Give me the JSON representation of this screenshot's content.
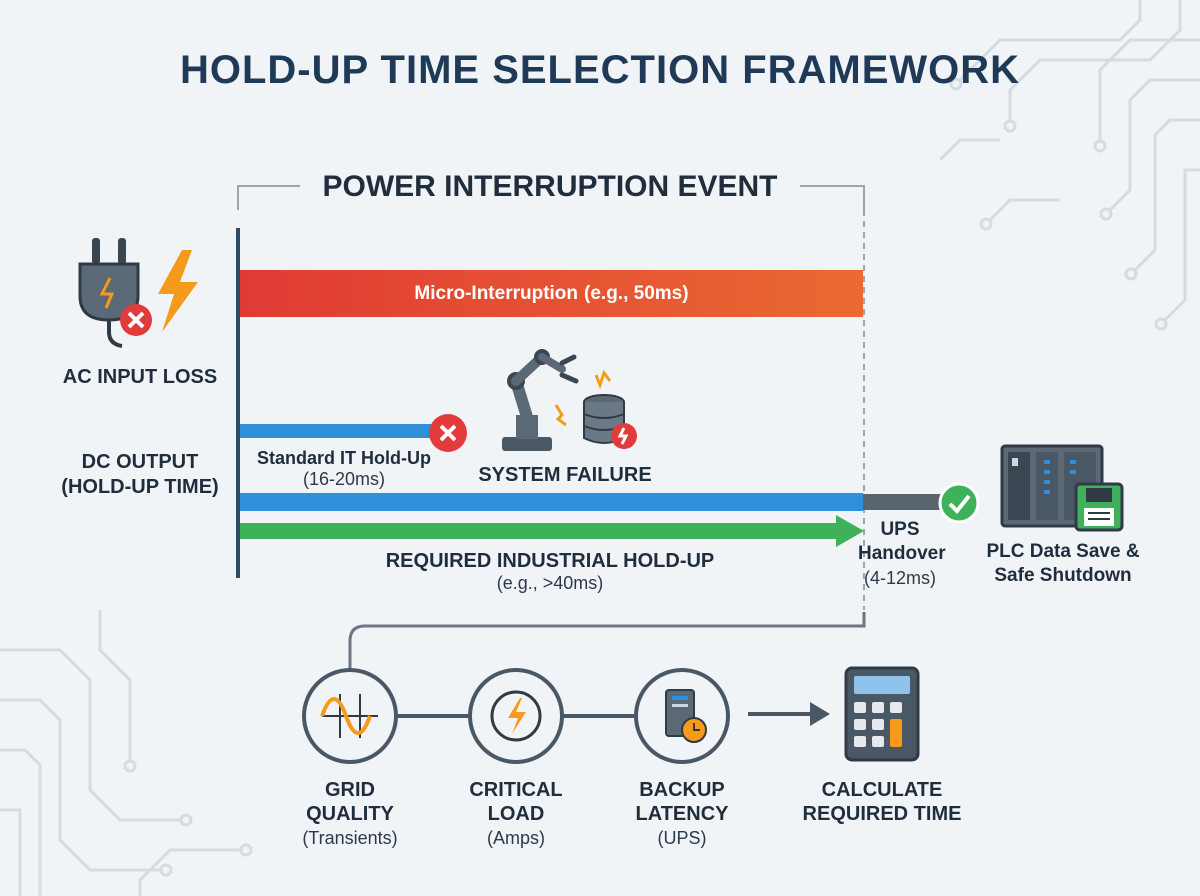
{
  "title": "HOLD-UP TIME SELECTION FRAMEWORK",
  "event": {
    "title": "POWER INTERRUPTION EVENT"
  },
  "left_labels": {
    "ac_input": "AC INPUT LOSS",
    "dc_output_line1": "DC OUTPUT",
    "dc_output_line2": "(HOLD-UP TIME)"
  },
  "bars": {
    "micro": {
      "label": "Micro-Interruption",
      "detail": "(e.g., 50ms)",
      "color": "#e8503a"
    },
    "standard_it": {
      "label": "Standard IT Hold-Up",
      "detail": "(16-20ms)",
      "color": "#2f8fd8"
    },
    "industrial": {
      "label": "REQUIRED INDUSTRIAL HOLD-UP",
      "detail": "(e.g., >40ms)",
      "color": "#3fb15a"
    }
  },
  "system_failure": {
    "label": "SYSTEM FAILURE"
  },
  "ups": {
    "line1": "UPS",
    "line2": "Handover",
    "detail": "(4-12ms)"
  },
  "plc": {
    "line1": "PLC Data Save &",
    "line2": "Safe Shutdown"
  },
  "factors": [
    {
      "title1": "GRID",
      "title2": "QUALITY",
      "sub": "(Transients)",
      "icon": "sine-wave-icon"
    },
    {
      "title1": "CRITICAL",
      "title2": "LOAD",
      "sub": "(Amps)",
      "icon": "lightning-icon"
    },
    {
      "title1": "BACKUP",
      "title2": "LATENCY",
      "sub": "(UPS)",
      "icon": "server-clock-icon"
    }
  ],
  "calculate": {
    "line1": "CALCULATE",
    "line2": "REQUIRED TIME",
    "icon": "calculator-icon"
  },
  "colors": {
    "accent_orange": "#f59a1b",
    "error_red": "#e23b3b",
    "success_green": "#3fb15a",
    "navy": "#1f3a57",
    "gray_line": "#4a5866"
  }
}
